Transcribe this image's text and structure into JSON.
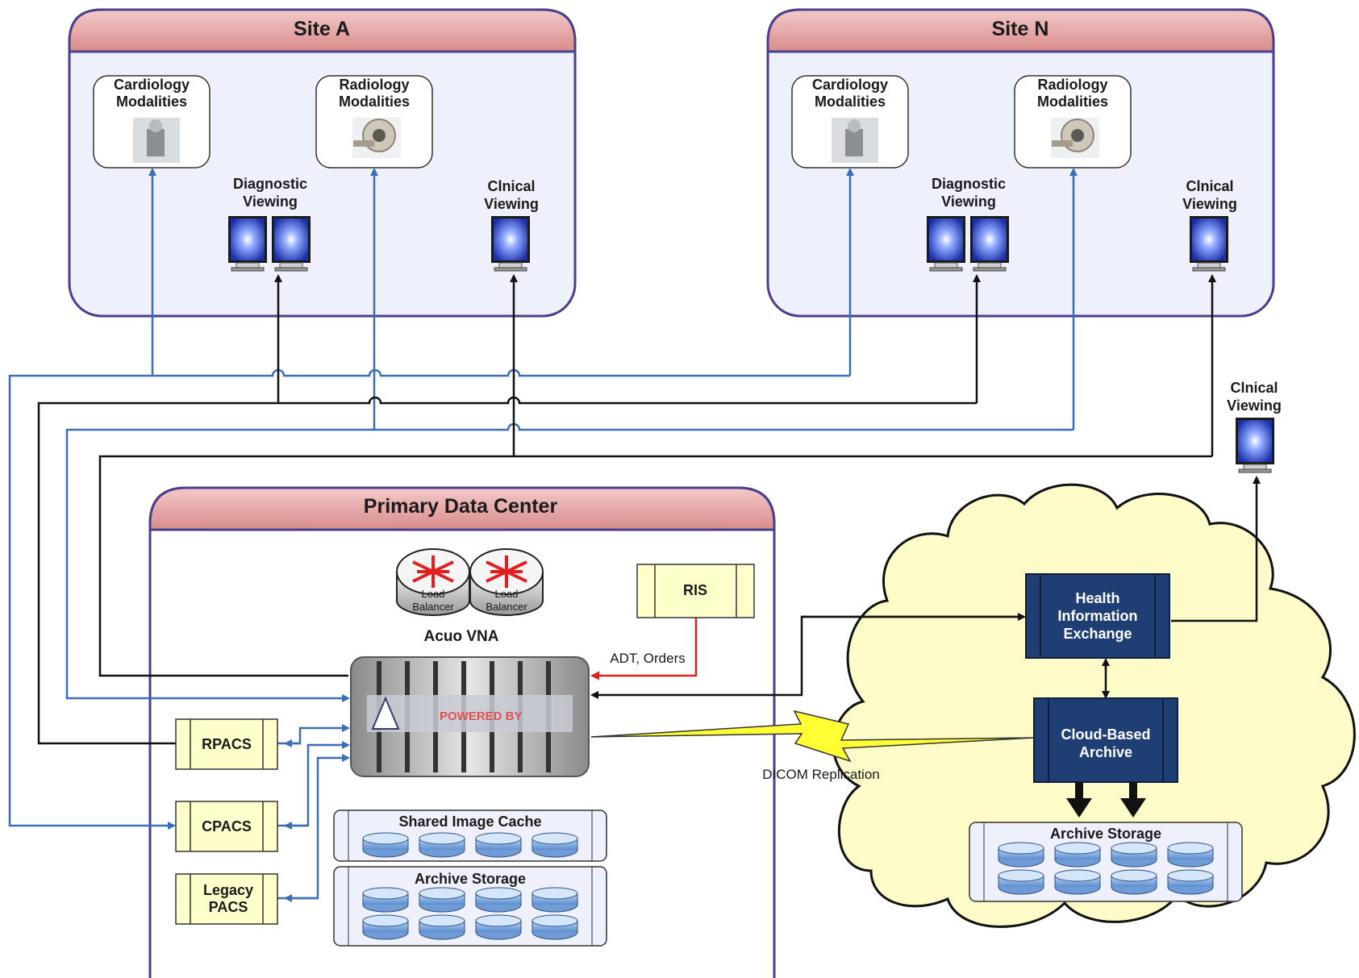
{
  "sites": [
    {
      "title": "Site A",
      "cardiology": [
        "Cardiology",
        "Modalities"
      ],
      "radiology": [
        "Radiology",
        "Modalities"
      ],
      "diagnostic": [
        "Diagnostic",
        "Viewing"
      ],
      "clinical": [
        "Clnical",
        "Viewing"
      ]
    },
    {
      "title": "Site N",
      "cardiology": [
        "Cardiology",
        "Modalities"
      ],
      "radiology": [
        "Radiology",
        "Modalities"
      ],
      "diagnostic": [
        "Diagnostic",
        "Viewing"
      ],
      "clinical": [
        "Clnical",
        "Viewing"
      ]
    }
  ],
  "remote_clinical": [
    "Clnical",
    "Viewing"
  ],
  "datacenter": {
    "title": "Primary Data Center",
    "load_balancer": [
      "Load",
      "Balancer"
    ],
    "vna_label": "Acuo VNA",
    "ris": "RIS",
    "adt_orders": "ADT, Orders",
    "vna_powered": "POWERED BY",
    "rpacs": "RPACS",
    "cpacs": "CPACS",
    "legacy": [
      "Legacy",
      "PACS"
    ],
    "shared_cache": "Shared Image Cache",
    "archive_storage": "Archive Storage"
  },
  "dicom_replication": "DICOM Replication",
  "cloud": {
    "hie": [
      "Health",
      "Information",
      "Exchange"
    ],
    "archive": [
      "Cloud-Based",
      "Archive"
    ],
    "archive_storage": "Archive Storage"
  },
  "colors": {
    "blue_line": "#3a6fb7",
    "black_line": "#111111",
    "red_line": "#e02020",
    "header_fill": "#e8a9a9",
    "panel_fill": "#eef0fb",
    "panel_border": "#4a3f8f",
    "cloud_fill": "#fdfbc8",
    "dark_box": "#1f3f74",
    "pacs_fill": "#ffffcc"
  }
}
